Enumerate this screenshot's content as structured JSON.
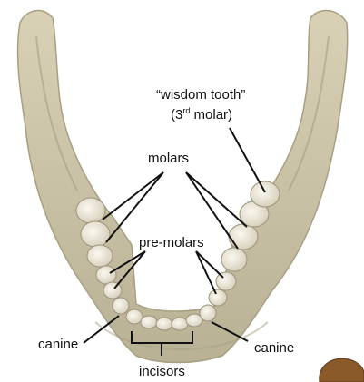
{
  "labels": {
    "wisdom_line1": "“wisdom tooth”",
    "wisdom_line2_prefix": "(3",
    "wisdom_line2_sup": "rd",
    "wisdom_line2_suffix": " molar)",
    "molars": "molars",
    "premolars": "pre-molars",
    "canine_left": "canine",
    "canine_right": "canine",
    "incisors": "incisors"
  },
  "colors": {
    "bone": "#cfc7aa",
    "bone_shadow": "#a69f82",
    "tooth": "#ece6d8",
    "tooth_edge": "#9c9279",
    "line": "#111111",
    "stone": "#8a5a2b"
  }
}
